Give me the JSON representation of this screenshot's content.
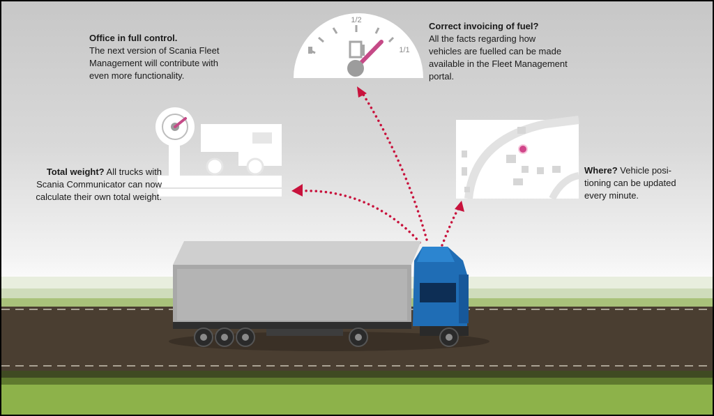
{
  "labels": {
    "office": {
      "heading": "Office in full control.",
      "body": "The next version of Scania Fleet Management will contribute with even more functionality."
    },
    "fuel": {
      "heading": "Correct invoicing of fuel?",
      "body": "All the facts regarding how vehicles are fuelled can be made available in the Fleet Management portal."
    },
    "weight": {
      "heading": "Total weight?",
      "body": "All trucks with Scania Communicator can now calculate their own total weight."
    },
    "where": {
      "heading": "Where?",
      "body": "Vehicle posi-tioning can be updated every minute."
    }
  },
  "gauge": {
    "half_label": "1/2",
    "full_label": "1/1"
  },
  "colors": {
    "accent": "#c8123c",
    "truck_cab": "#1f6db5",
    "grass": "#8db24a",
    "road": "#4a3e31",
    "trailer": "#a8a8a8"
  },
  "icons": [
    "fuel-gauge-icon",
    "scale-weight-icon",
    "map-location-icon",
    "truck-icon"
  ]
}
